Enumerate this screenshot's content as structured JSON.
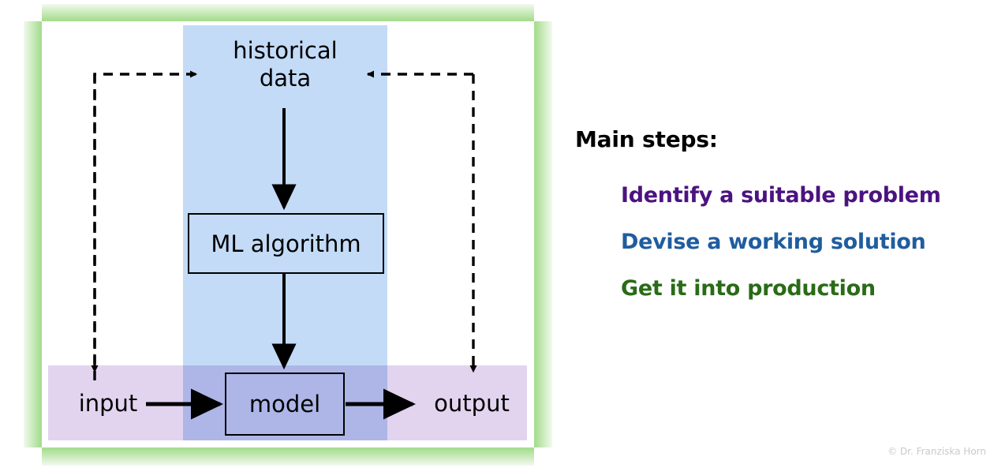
{
  "diagram": {
    "title": "machine-learning-workflow",
    "nodes": {
      "historical_data": "historical\ndata",
      "ml_algorithm": "ML algorithm",
      "model": "model",
      "input": "input",
      "output": "output"
    },
    "colors": {
      "frame_green": "#a8dd91",
      "band_blue": "#c3dbf7",
      "band_purple": "#e2d4ef",
      "overlap_blue_purple": "#aab6e4",
      "stroke": "#000000",
      "canvas": "#ffffff"
    },
    "edges": [
      {
        "from": "historical data",
        "to": "ML algorithm",
        "style": "solid"
      },
      {
        "from": "ML algorithm",
        "to": "model",
        "style": "solid"
      },
      {
        "from": "input",
        "to": "model",
        "style": "solid"
      },
      {
        "from": "model",
        "to": "output",
        "style": "solid"
      },
      {
        "from": "input",
        "to": "historical data",
        "style": "dashed"
      },
      {
        "from": "output",
        "to": "historical data",
        "style": "dashed"
      }
    ]
  },
  "steps": {
    "heading": "Main steps:",
    "items": [
      {
        "label": "Identify a suitable problem",
        "color": "#4b1380"
      },
      {
        "label": "Devise a working solution",
        "color": "#1f5d9e"
      },
      {
        "label": "Get it into production",
        "color": "#2a6b17"
      }
    ]
  },
  "credit": "© Dr. Franziska Horn"
}
